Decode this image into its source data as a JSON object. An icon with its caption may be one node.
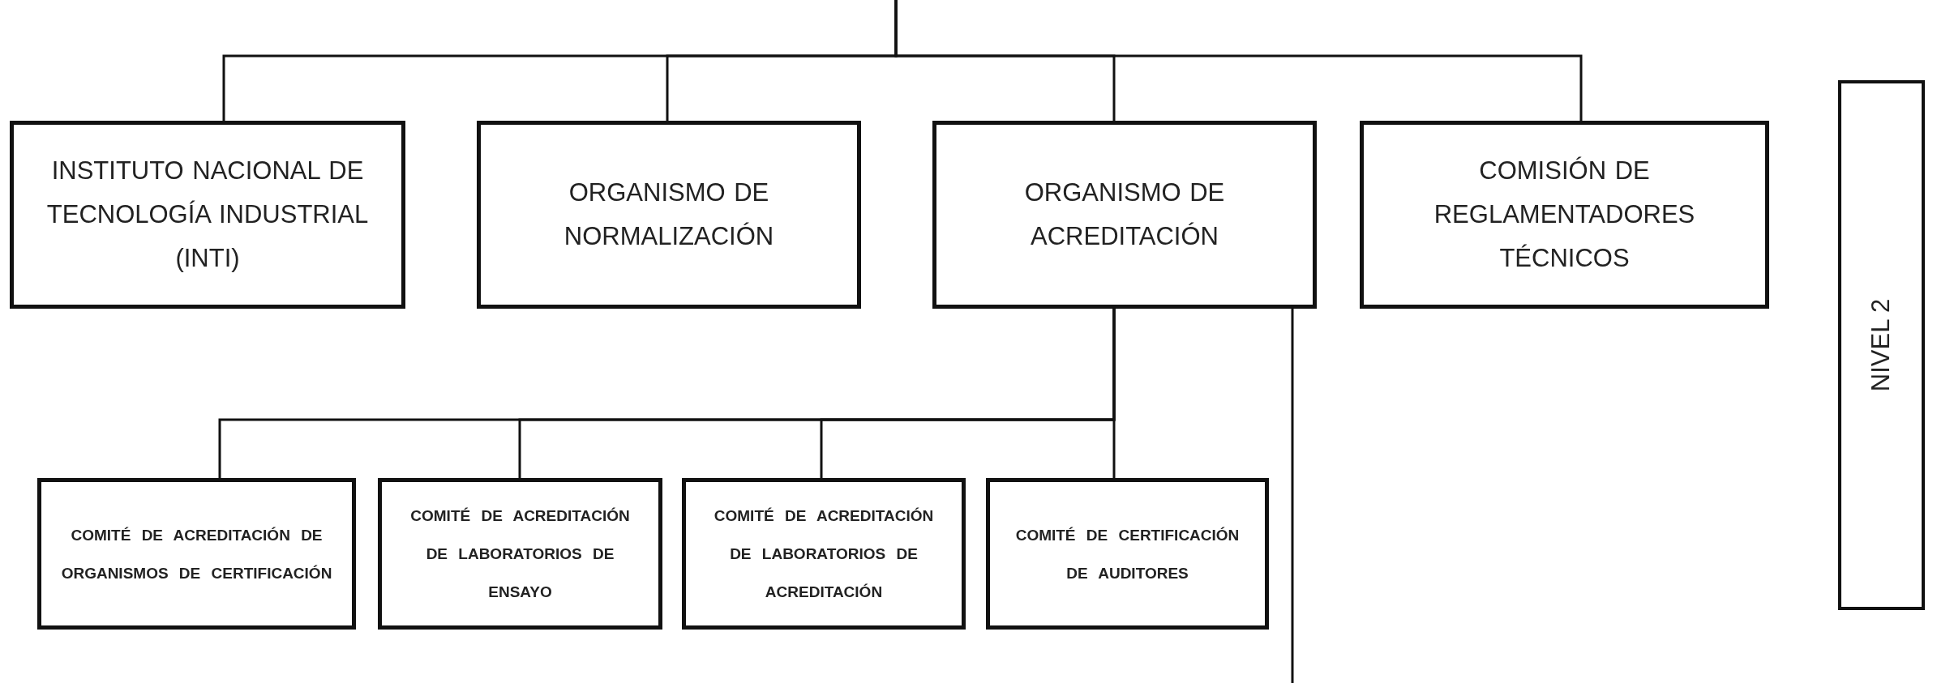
{
  "diagram": {
    "nodes": [
      {
        "text": [
          "INSTITUTO NACIONAL DE TECNOLOGÍA INDUSTRIAL (INTI)"
        ]
      },
      {
        "text": [
          "ORGANISMO DE NORMALIZACIÓN"
        ]
      },
      {
        "text": [
          "ORGANISMO DE ACREDITACIÓN"
        ]
      },
      {
        "text": [
          "COMISIÓN DE REGLAMENTADORES TÉCNICOS"
        ]
      },
      {
        "text": [
          "COMITÉ DE ACREDITACIÓN DE ORGANISMOS DE CERTIFICACIÓN"
        ]
      },
      {
        "text": [
          "COMITÉ DE ACREDITACIÓN DE LABORATORIOS DE ENSAYO"
        ]
      },
      {
        "text": [
          "COMITÉ DE ACREDITACIÓN DE LABORATORIOS DE ACREDITACIÓN"
        ]
      },
      {
        "text": [
          "COMITÉ DE CERTIFICACIÓN DE AUDITORES"
        ]
      },
      {
        "text": [
          "NIVEL 2"
        ]
      }
    ],
    "edges": [
      {
        "from": null,
        "to": 0,
        "arrow": "none"
      },
      {
        "from": null,
        "to": 1,
        "arrow": "none"
      },
      {
        "from": null,
        "to": 2,
        "arrow": "none"
      },
      {
        "from": null,
        "to": 3,
        "arrow": "none"
      },
      {
        "from": 2,
        "to": 4,
        "arrow": "none"
      },
      {
        "from": 2,
        "to": 5,
        "arrow": "none"
      },
      {
        "from": 2,
        "to": 6,
        "arrow": "none"
      },
      {
        "from": 2,
        "to": 7,
        "arrow": "none"
      },
      {
        "from": 2,
        "to": null,
        "arrow": "none"
      }
    ]
  }
}
